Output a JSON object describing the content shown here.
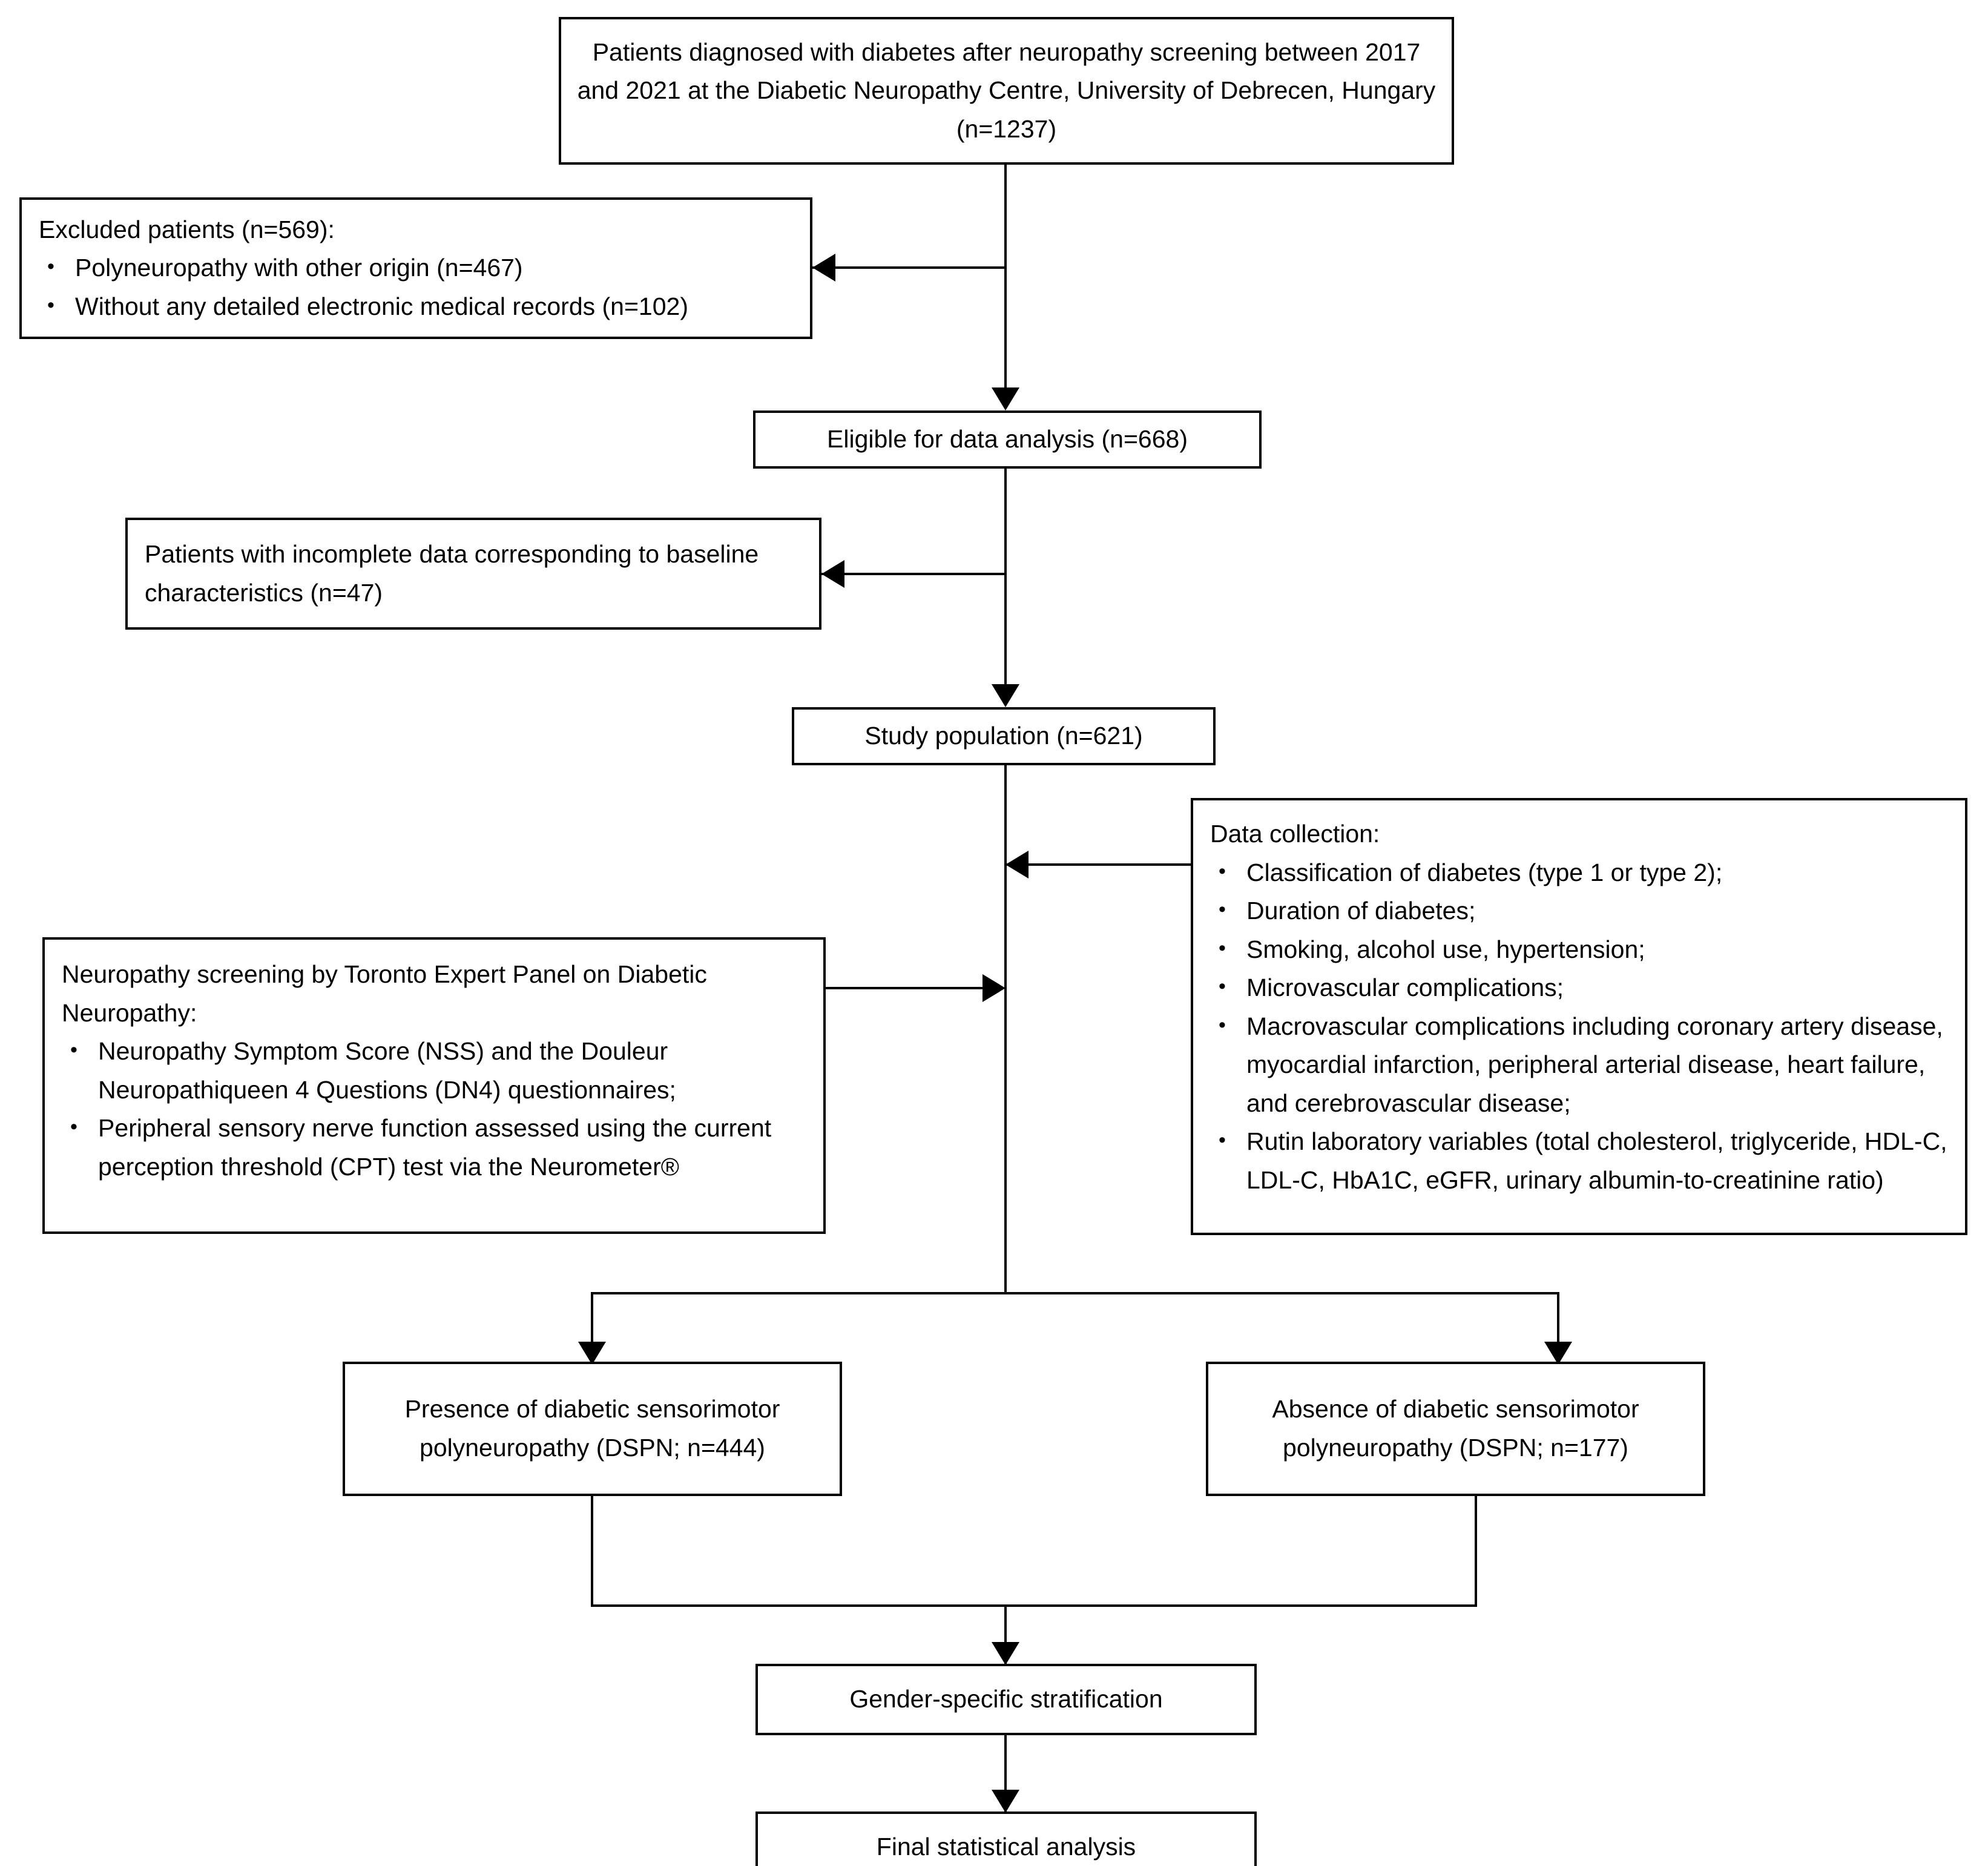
{
  "diagram": {
    "title": "Patient selection and study design flow diagram",
    "type": "flowchart",
    "colors": {
      "line": "#000000",
      "box_border": "#000000",
      "background": "#ffffff",
      "text": "#000000"
    },
    "nodes": {
      "source_population": {
        "text": "Patients diagnosed with diabetes after neuropathy screening between 2017 and 2021 at the Diabetic Neuropathy Centre, University of Debrecen, Hungary (n=1237)",
        "n": 1237
      },
      "excluded": {
        "title": "Excluded patients (n=569):",
        "n": 569,
        "items": [
          "Polyneuropathy with other origin (n=467)",
          "Without any detailed electronic medical records (n=102)"
        ]
      },
      "eligible": {
        "text": "Eligible for data analysis (n=668)",
        "n": 668
      },
      "incomplete": {
        "text": "Patients with incomplete data corresponding to baseline characteristics (n=47)",
        "n": 47
      },
      "study_population": {
        "text": "Study population (n=621)",
        "n": 621
      },
      "data_collection": {
        "title": "Data collection:",
        "items": [
          "Classification of diabetes (type 1 or type 2);",
          "Duration of diabetes;",
          "Smoking, alcohol use, hypertension;",
          "Microvascular complications;",
          "Macrovascular complications including coronary artery disease, myocardial infarction, peripheral arterial disease, heart failure, and cerebrovascular disease;",
          "Rutin laboratory variables (total cholesterol, triglyceride, HDL-C, LDL-C, HbA1C, eGFR, urinary albumin-to-creatinine ratio)"
        ]
      },
      "neuropathy_screening": {
        "title": "Neuropathy screening by Toronto Expert Panel on Diabetic Neuropathy:",
        "items": [
          "Neuropathy Symptom Score (NSS) and the Douleur Neuropathiqueen 4 Questions (DN4) questionnaires;",
          "Peripheral sensory nerve function assessed using the current perception threshold (CPT) test via the Neurometer®"
        ]
      },
      "dspn_present": {
        "text": "Presence of diabetic sensorimotor polyneuropathy (DSPN; n=444)",
        "n": 444
      },
      "dspn_absent": {
        "text": "Absence of diabetic sensorimotor polyneuropathy (DSPN; n=177)",
        "n": 177
      },
      "stratification": {
        "text": "Gender-specific stratification"
      },
      "final_analysis": {
        "text": "Final statistical analysis"
      }
    }
  }
}
